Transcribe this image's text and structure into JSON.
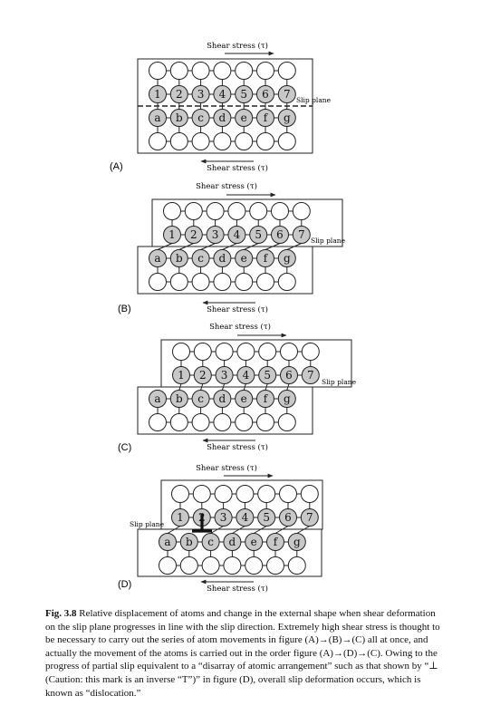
{
  "panels": [
    {
      "label": "(A)",
      "shear_top": "Shear stress (τ)",
      "shear_bottom": "Shear stress (τ)",
      "slip_plane": "Slip plane",
      "top_atoms": [
        "1",
        "2",
        "3",
        "4",
        "5",
        "6",
        "7"
      ],
      "bottom_atoms": [
        "a",
        "b",
        "c",
        "d",
        "e",
        "f",
        "g"
      ]
    },
    {
      "label": "(B)",
      "shear_top": "Shear stress (τ)",
      "shear_bottom": "Shear stress (τ)",
      "slip_plane": "Slip plane",
      "top_atoms": [
        "1",
        "2",
        "3",
        "4",
        "5",
        "6",
        "7"
      ],
      "bottom_atoms": [
        "a",
        "b",
        "c",
        "d",
        "e",
        "f",
        "g"
      ]
    },
    {
      "label": "(C)",
      "shear_top": "Shear stress (τ)",
      "shear_bottom": "Shear stress (τ)",
      "slip_plane": "Slip plane",
      "top_atoms": [
        "1",
        "2",
        "3",
        "4",
        "5",
        "6",
        "7"
      ],
      "bottom_atoms": [
        "a",
        "b",
        "c",
        "d",
        "e",
        "f",
        "g"
      ]
    },
    {
      "label": "(D)",
      "shear_top": "Shear stress (τ)",
      "shear_bottom": "Shear stress (τ)",
      "slip_plane": "Slip plane",
      "top_atoms": [
        "1",
        "2",
        "3",
        "4",
        "5",
        "6",
        "7"
      ],
      "bottom_atoms": [
        "a",
        "b",
        "c",
        "d",
        "e",
        "f",
        "g"
      ]
    }
  ],
  "caption": {
    "figure_number": "Fig. 3.8",
    "text": "Relative displacement of atoms and change in the external shape when shear deformation on the slip plane progresses in line with the slip direction. Extremely high shear stress is thought to be necessary to carry out the series of atom movements in figure (A)→(B)→(C) all at once, and actually the movement of the atoms is carried out in the order figure (A)→(D)→(C). Owing to the progress of partial slip equivalent to a “disarray of atomic arrangement” such as that shown by “⊥ (Caution: this mark is an inverse “T”)” in figure (D), overall slip deformation occurs, which is known as “dislocation.”"
  },
  "colors": {
    "shaded_atom": "#c8c8c8",
    "open_atom": "#ffffff",
    "line": "#222222"
  }
}
